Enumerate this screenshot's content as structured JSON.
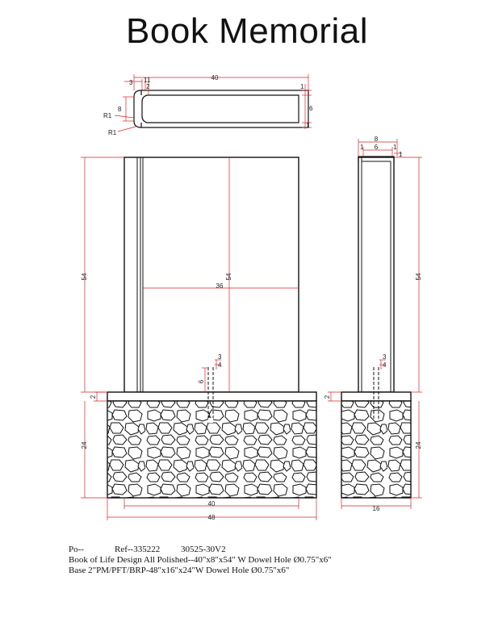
{
  "title": "Book Memorial",
  "top_view": {
    "width_label": "40",
    "d3": "3",
    "d1a": "1",
    "d2": "2",
    "d1b": "1",
    "d8": "8",
    "r1a": "R1",
    "r1b": "R1",
    "d6": "6",
    "d1c": "1",
    "d1d": "1"
  },
  "side_top": {
    "d8": "8",
    "d1a": "1",
    "d6": "6",
    "d1b": "1",
    "d1c": "1"
  },
  "front": {
    "h54_left": "54",
    "h54_mid": "54",
    "w36": "36",
    "d3": "3",
    "d4": "4",
    "d6": "6",
    "d2": "2",
    "h24": "24",
    "w40": "40",
    "w48": "48"
  },
  "side": {
    "h54": "54",
    "d3": "3",
    "d4": "4",
    "d2": "2",
    "h24": "24",
    "w16": "16"
  },
  "footer": {
    "po": "Po--",
    "ref": "Ref--335222",
    "code": "30525-30V2",
    "line2": "Book of Life Design All Polished--40\"x8\"x54\" W Dowel Hole Ø0.75\"x6\"",
    "line3": "Base 2\"PM/PFT/BRP-48\"x16\"x24\"W Dowel Hole Ø0.75\"x6\""
  }
}
